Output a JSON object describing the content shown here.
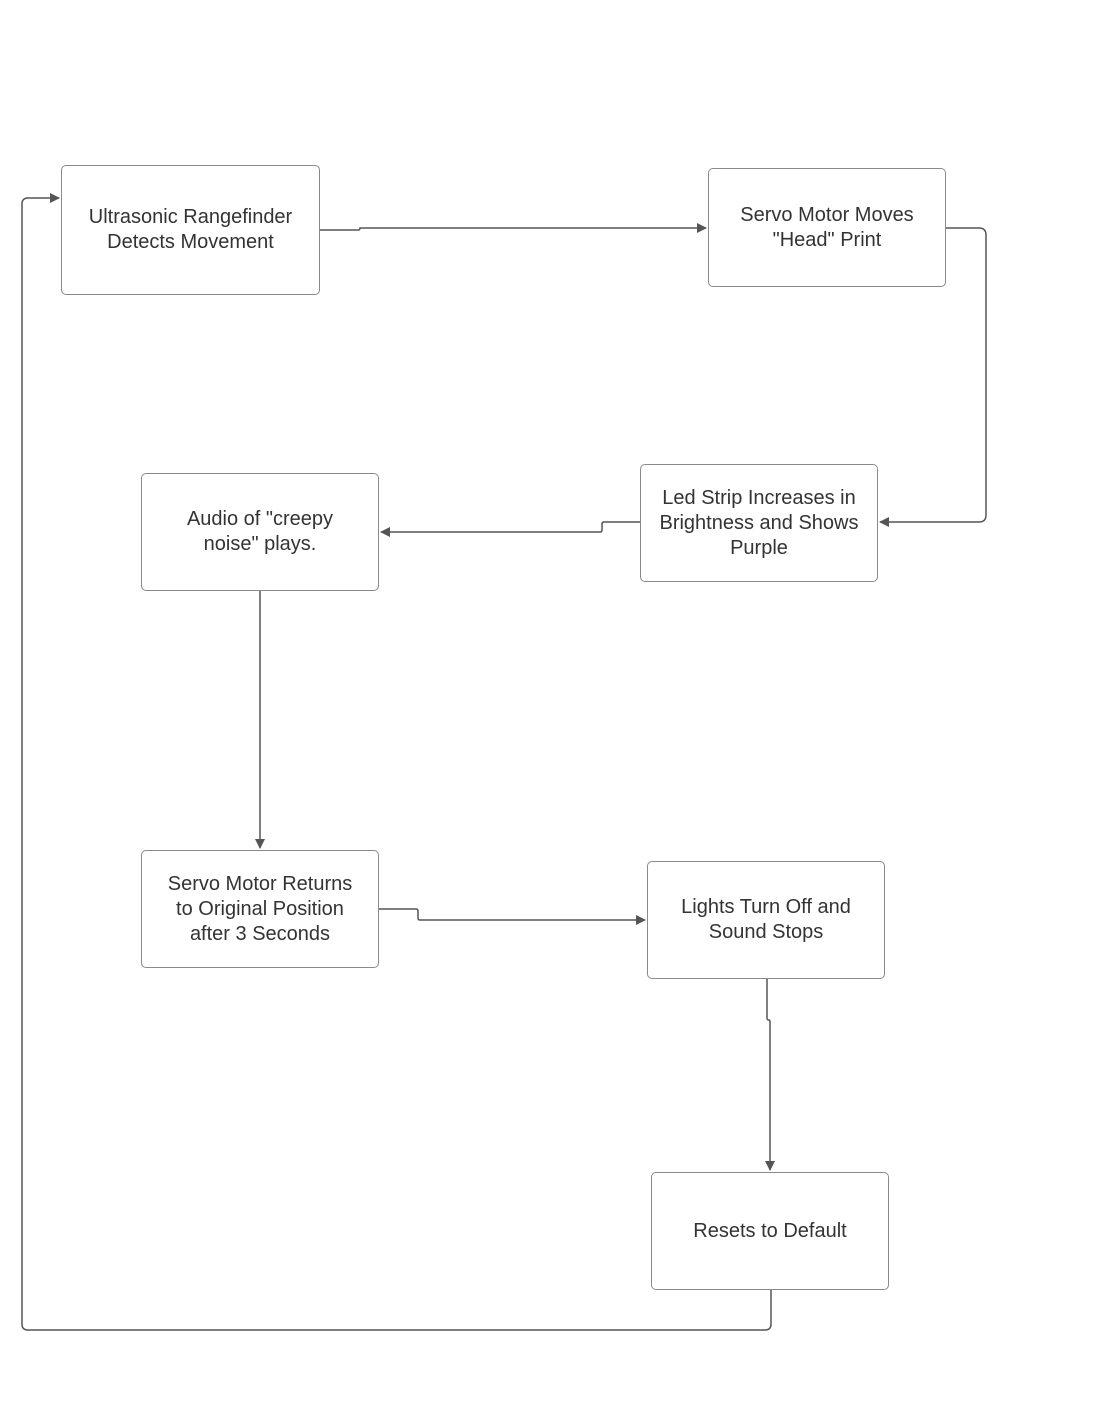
{
  "diagram": {
    "colors": {
      "connector": "#555555",
      "node_border": "#8a8a8a",
      "text": "#333333",
      "background": "#ffffff"
    },
    "nodes": [
      {
        "id": "n1",
        "label": "Ultrasonic Rangefinder\nDetects Movement"
      },
      {
        "id": "n2",
        "label": "Servo Motor Moves\n\"Head\" Print"
      },
      {
        "id": "n3",
        "label": "Led Strip Increases in\nBrightness and Shows\nPurple"
      },
      {
        "id": "n4",
        "label": "Audio of \"creepy\nnoise\" plays."
      },
      {
        "id": "n5",
        "label": "Servo Motor Returns\nto Original Position\nafter 3 Seconds"
      },
      {
        "id": "n6",
        "label": "Lights Turn Off and\nSound Stops"
      },
      {
        "id": "n7",
        "label": "Resets to Default"
      }
    ],
    "edges": [
      {
        "from": "n1",
        "to": "n2"
      },
      {
        "from": "n2",
        "to": "n3"
      },
      {
        "from": "n3",
        "to": "n4"
      },
      {
        "from": "n4",
        "to": "n5"
      },
      {
        "from": "n5",
        "to": "n6"
      },
      {
        "from": "n6",
        "to": "n7"
      },
      {
        "from": "n7",
        "to": "n1"
      }
    ]
  }
}
